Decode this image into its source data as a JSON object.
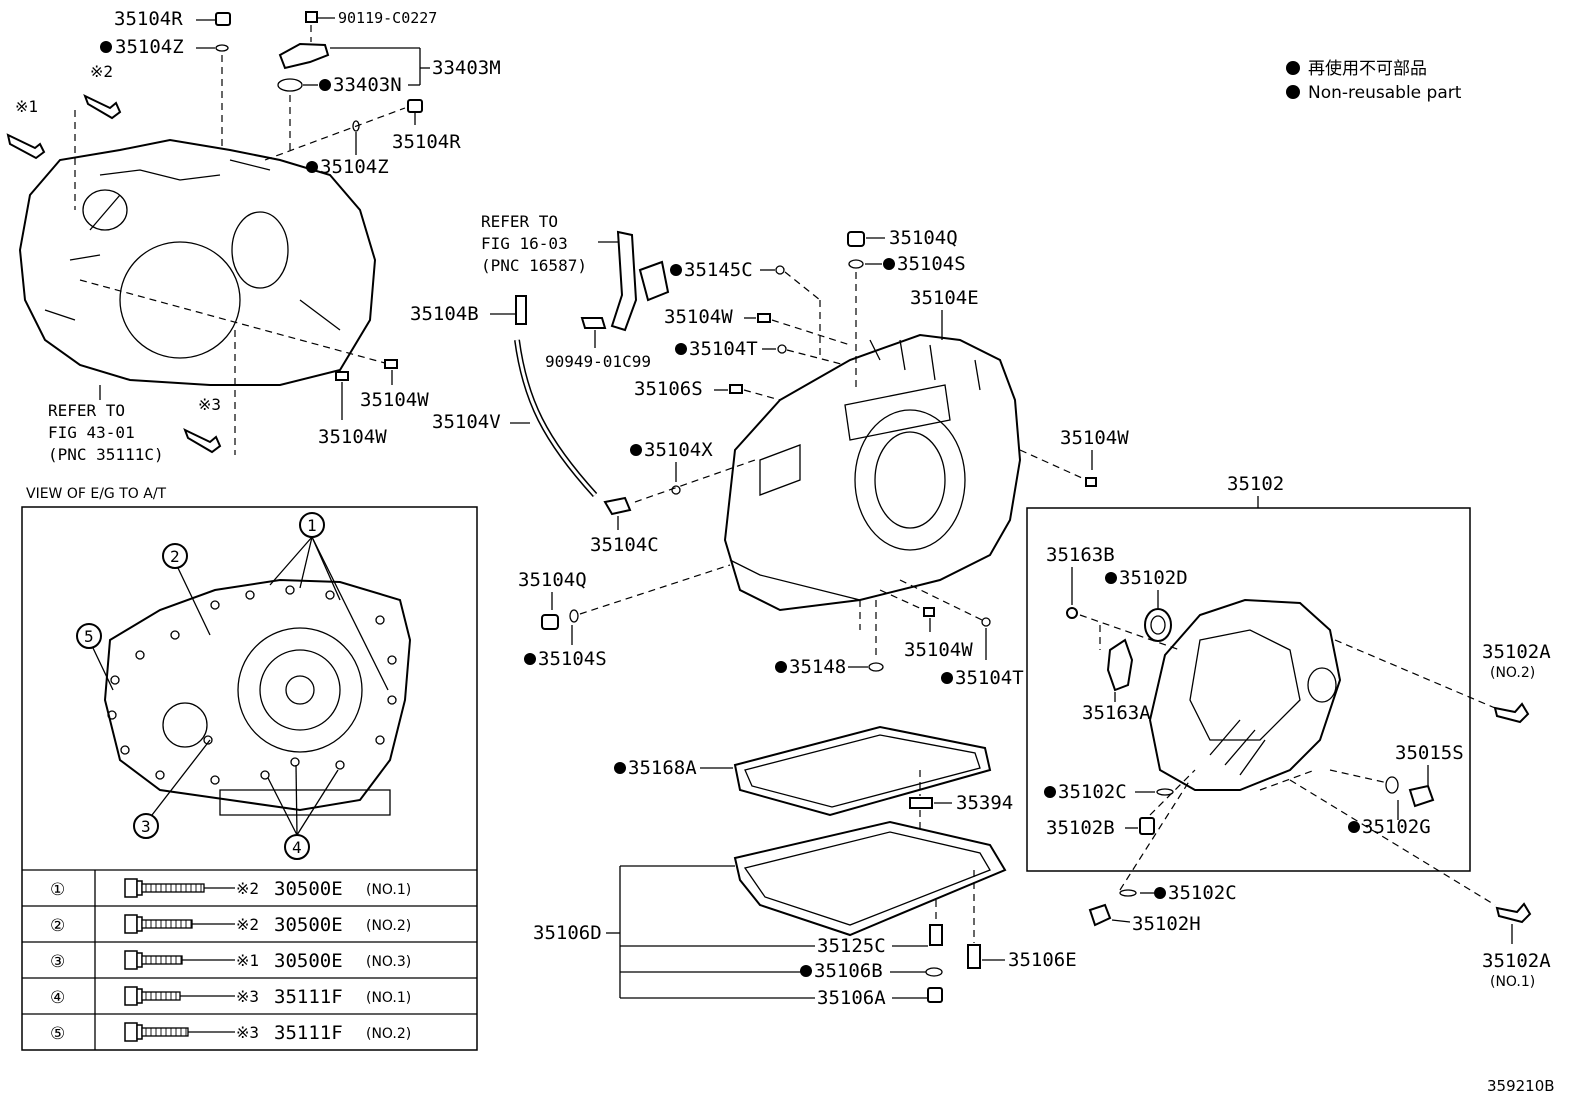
{
  "legend": {
    "jp": "再使用不可部品",
    "en": "Non-reusable part"
  },
  "top_left": {
    "p35104R_a": "35104R",
    "p35104Z_a": "35104Z",
    "mark2": "※2",
    "mark1": "※1",
    "mark3": "※3",
    "p90119": "90119-C0227",
    "p33403M": "33403M",
    "p33403N": "33403N",
    "p35104R_b": "35104R",
    "p35104Z_b": "35104Z",
    "p35104W_a": "35104W",
    "p35104W_b": "35104W",
    "refer1": [
      "REFER TO",
      "FIG 43-01",
      "(PNC 35111C)"
    ]
  },
  "middle": {
    "refer2": [
      "REFER TO",
      "FIG 16-03",
      "(PNC 16587)"
    ],
    "p35145C": "35145C",
    "p35104Q_a": "35104Q",
    "p35104S_a": "35104S",
    "p35104E": "35104E",
    "p35104B": "35104B",
    "p35104W_c": "35104W",
    "p90949": "90949-01C99",
    "p35104T_a": "35104T",
    "p35106S": "35106S",
    "p35104V": "35104V",
    "p35104X": "35104X",
    "p35104W_d": "35104W",
    "p35104C": "35104C",
    "p35104Q_b": "35104Q",
    "p35104S_b": "35104S",
    "p35148": "35148",
    "p35104W_e": "35104W",
    "p35104T_b": "35104T",
    "p35168A": "35168A",
    "p35394": "35394",
    "p35106D": "35106D",
    "p35125C": "35125C",
    "p35106B": "35106B",
    "p35106A": "35106A",
    "p35106E": "35106E"
  },
  "right": {
    "p35102": "35102",
    "p35163B": "35163B",
    "p35102D": "35102D",
    "p35163A": "35163A",
    "p35102A_1": "35102A",
    "no2": "(NO.2)",
    "p35015S": "35015S",
    "p35102C_a": "35102C",
    "p35102B": "35102B",
    "p35102G": "35102G",
    "p35102C_b": "35102C",
    "p35102H": "35102H",
    "p35102A_2": "35102A",
    "no1": "(NO.1)"
  },
  "view": {
    "title": "VIEW OF E/G TO A/T",
    "callouts": [
      "①",
      "②",
      "③",
      "④",
      "⑤"
    ],
    "callout_nums": [
      "1",
      "2",
      "3",
      "4",
      "5"
    ]
  },
  "bolt_table": [
    {
      "idx": "①",
      "mark": "※2",
      "part": "30500E",
      "no": "(NO.1)"
    },
    {
      "idx": "②",
      "mark": "※2",
      "part": "30500E",
      "no": "(NO.2)"
    },
    {
      "idx": "③",
      "mark": "※1",
      "part": "30500E",
      "no": "(NO.3)"
    },
    {
      "idx": "④",
      "mark": "※3",
      "part": "35111F",
      "no": "(NO.1)"
    },
    {
      "idx": "⑤",
      "mark": "※3",
      "part": "35111F",
      "no": "(NO.2)"
    }
  ],
  "figure_id": "359210B"
}
